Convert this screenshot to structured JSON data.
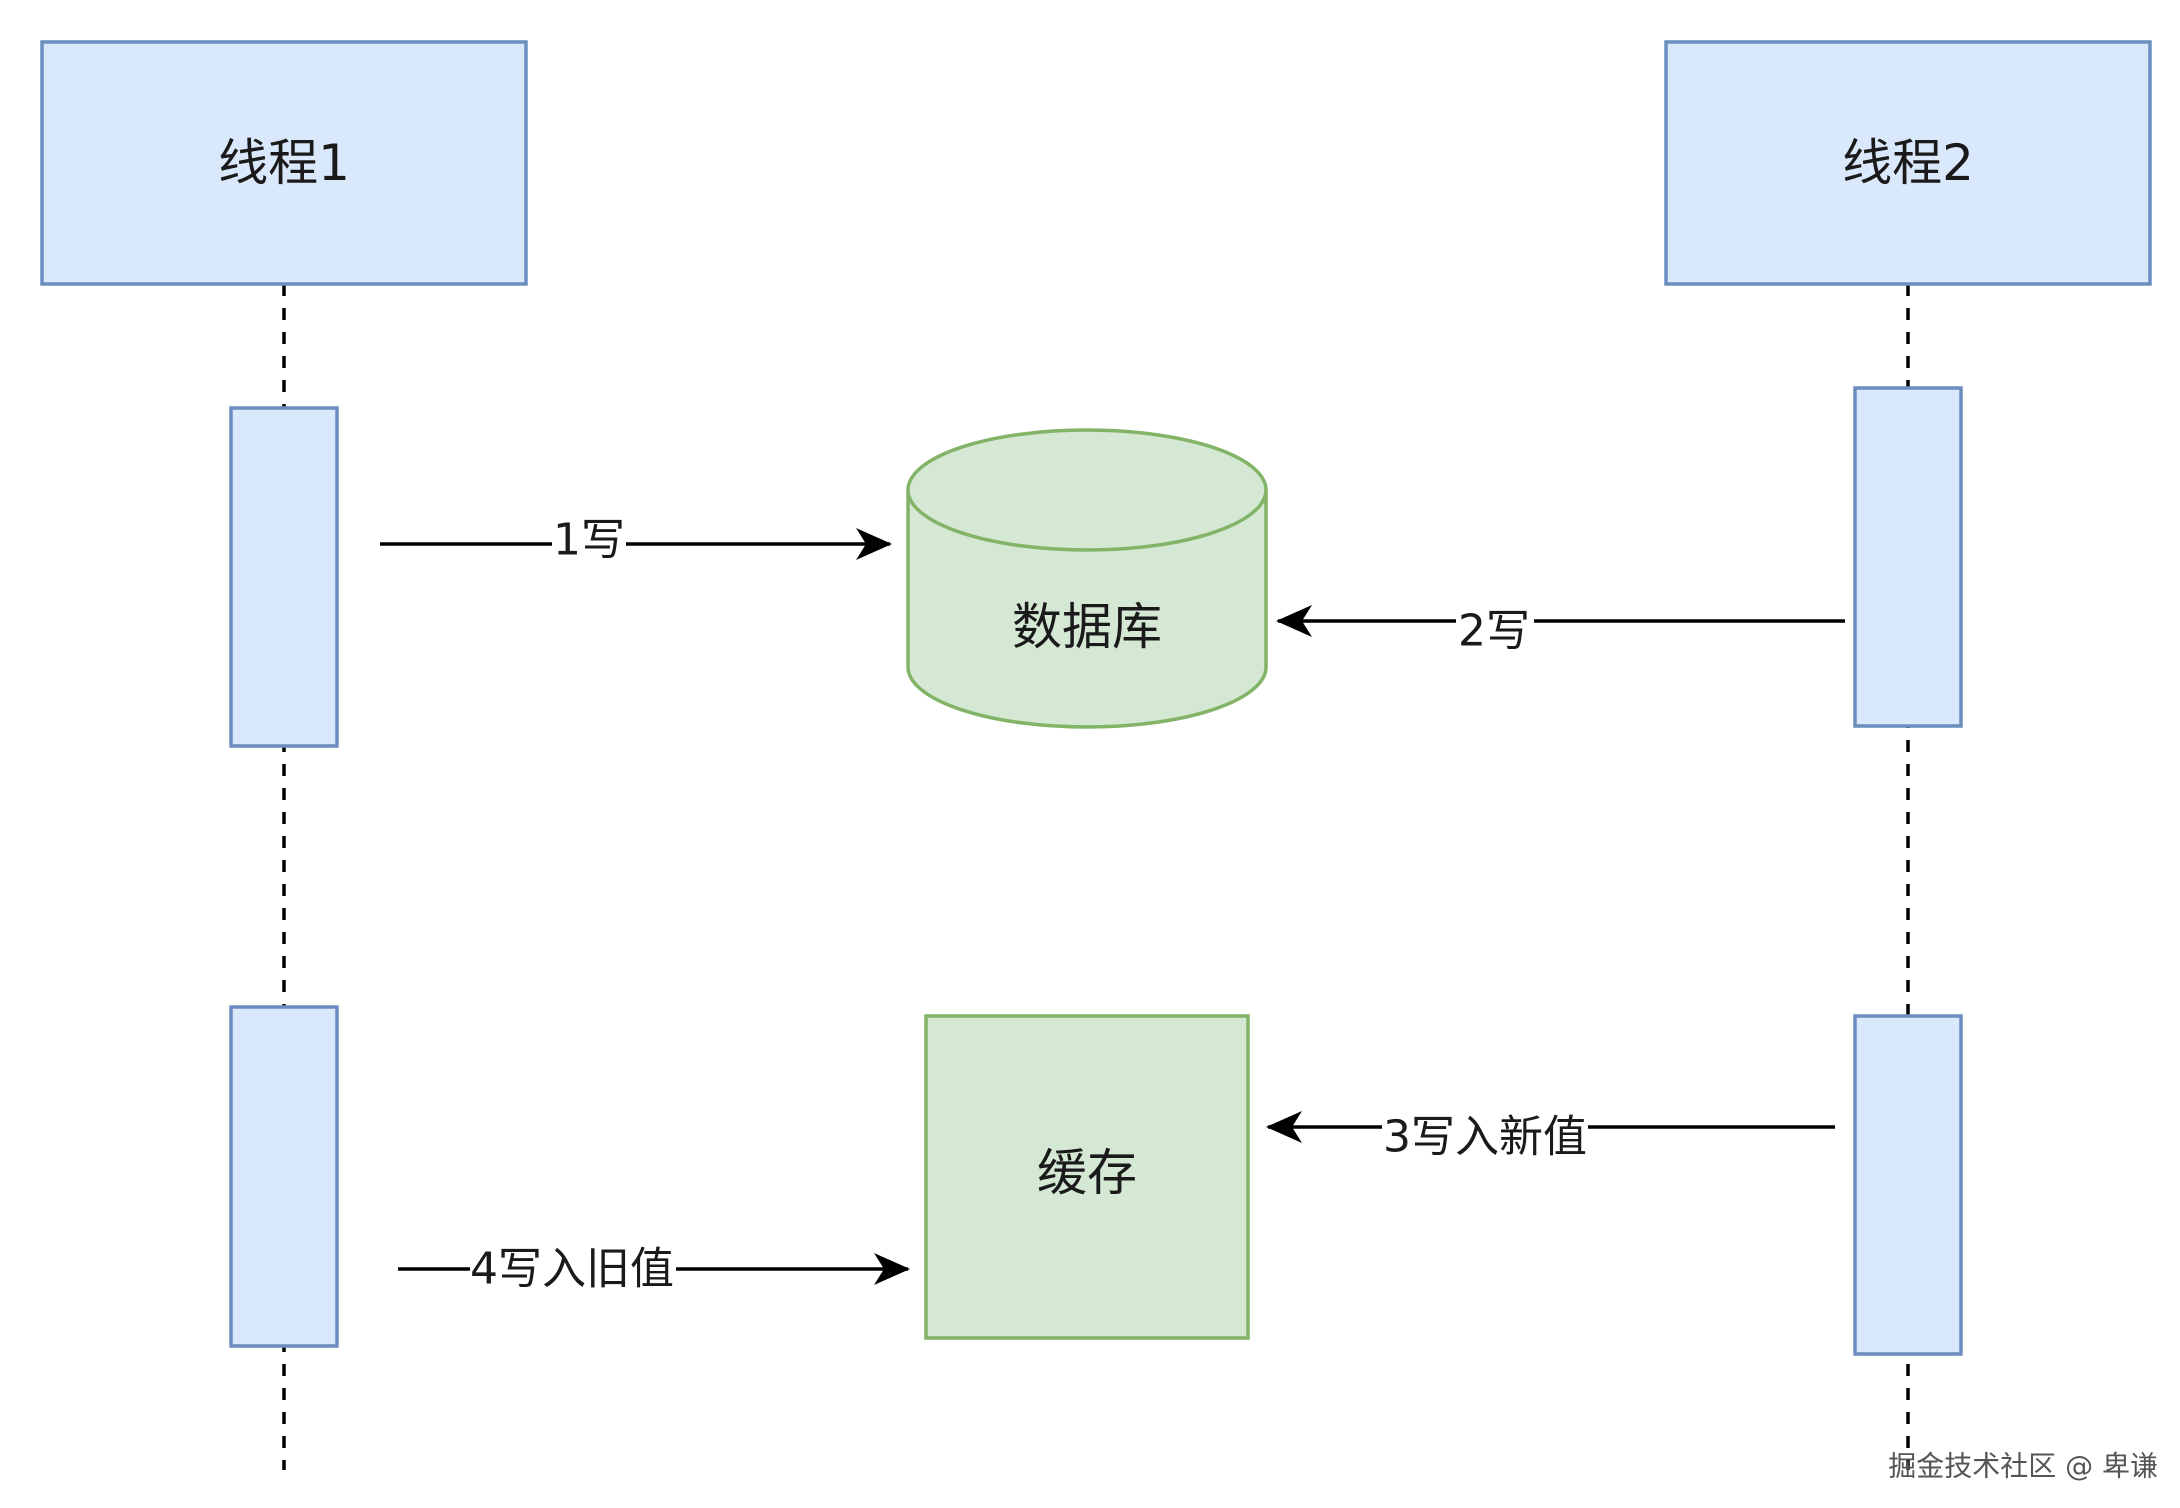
{
  "actors": {
    "thread1": {
      "label": "线程1"
    },
    "thread2": {
      "label": "线程2"
    }
  },
  "nodes": {
    "database": {
      "label": "数据库"
    },
    "cache": {
      "label": "缓存"
    }
  },
  "edges": {
    "step1": {
      "label": "1写"
    },
    "step2": {
      "label": "2写"
    },
    "step3": {
      "label": "3写入新值"
    },
    "step4": {
      "label": "4写入旧值"
    }
  },
  "watermark": {
    "text": "掘金技术社区 @ 卑谦"
  },
  "colors": {
    "actor_fill": "#dae8fc",
    "actor_stroke": "#6c8ebf",
    "store_fill": "#d5e8d4",
    "store_stroke": "#82b366",
    "line": "#000000"
  }
}
